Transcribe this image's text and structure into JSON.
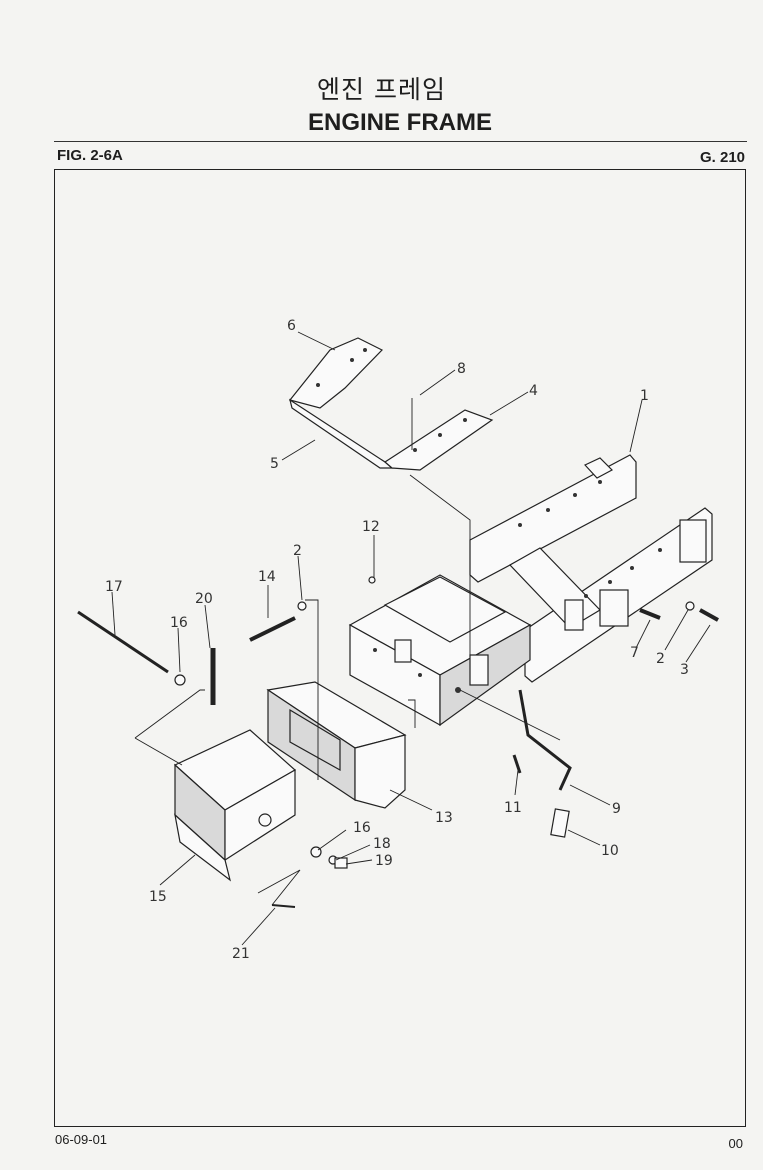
{
  "header": {
    "title_korean": "엔진 프레임",
    "title_english": "ENGINE FRAME",
    "figure_number": "FIG. 2-6A",
    "group_code": "G. 210"
  },
  "callouts": {
    "c1": "1",
    "c2a": "2",
    "c2b": "2",
    "c3": "3",
    "c4": "4",
    "c5": "5",
    "c6": "6",
    "c7": "7",
    "c8": "8",
    "c9": "9",
    "c10": "10",
    "c11": "11",
    "c12": "12",
    "c13": "13",
    "c14": "14",
    "c15": "15",
    "c16a": "16",
    "c16b": "16",
    "c17": "17",
    "c18": "18",
    "c19": "19",
    "c20": "20",
    "c21": "21"
  },
  "footer": {
    "date": "06-09-01",
    "page": "00"
  }
}
